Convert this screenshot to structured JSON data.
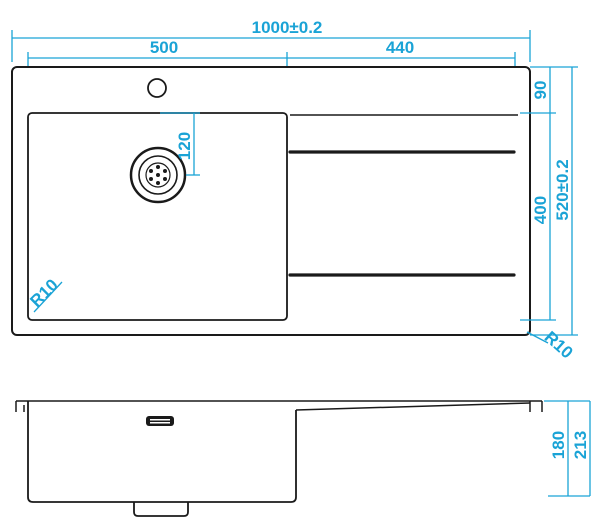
{
  "dimensions": {
    "overall_width": "1000±0.2",
    "bowl_width": "500",
    "drainer_width": "440",
    "drain_offset": "120",
    "top_margin": "90",
    "bowl_depth": "400",
    "overall_depth": "520±0.2",
    "bowl_radius": "R10",
    "corner_radius": "R10",
    "bowl_height": "180",
    "total_height": "213"
  },
  "colors": {
    "dimension": "#1aa3d6",
    "outline": "#1a1a1a"
  }
}
